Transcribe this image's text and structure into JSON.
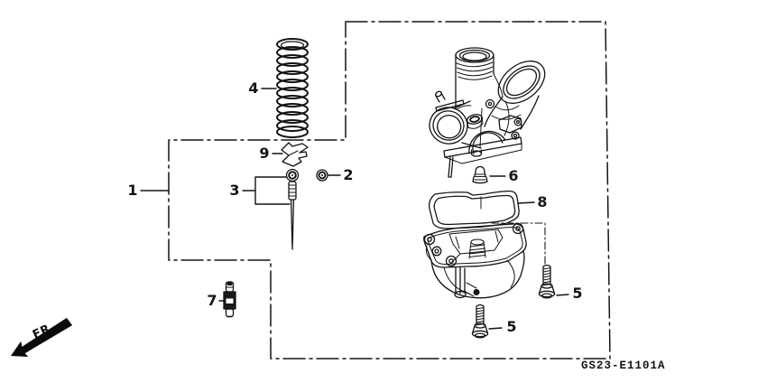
{
  "diagram": {
    "type": "exploded-parts-diagram",
    "footer": {
      "code": "GS23-E1101A"
    },
    "orientation": {
      "label": "FR.",
      "arrow": "arrow-down-left"
    },
    "colors": {
      "line": "#141414",
      "background": "#ffffff"
    },
    "callouts": {
      "c1": "1",
      "c2": "2",
      "c3": "3",
      "c4": "4",
      "c5a": "5",
      "c5b": "5",
      "c6": "6",
      "c7": "7",
      "c8": "8",
      "c9": "9"
    }
  }
}
